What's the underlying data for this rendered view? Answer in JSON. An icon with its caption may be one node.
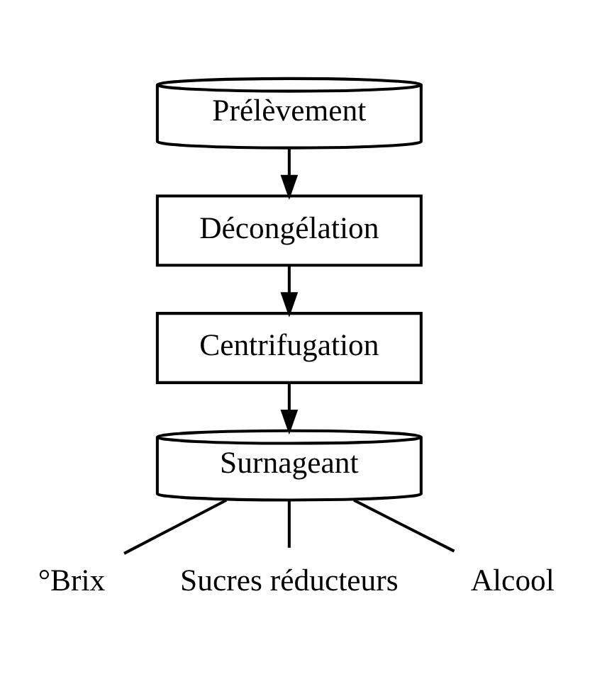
{
  "diagram": {
    "nodes": [
      {
        "text": [
          "Prélèvement"
        ]
      },
      {
        "text": [
          "Décongélation"
        ]
      },
      {
        "text": [
          "Centrifugation"
        ]
      },
      {
        "text": [
          "Surnageant"
        ]
      },
      {
        "text": [
          "°Brix"
        ]
      },
      {
        "text": [
          "Sucres réducteurs"
        ]
      },
      {
        "text": [
          "Alcool"
        ]
      }
    ],
    "edges": [
      {
        "from": 0,
        "to": 1,
        "arrow": "to"
      },
      {
        "from": 1,
        "to": 2,
        "arrow": "to"
      },
      {
        "from": 2,
        "to": 3,
        "arrow": "to"
      },
      {
        "from": 3,
        "to": 4,
        "arrow": "none"
      },
      {
        "from": 3,
        "to": 5,
        "arrow": "none"
      },
      {
        "from": 3,
        "to": 6,
        "arrow": "none"
      }
    ]
  }
}
